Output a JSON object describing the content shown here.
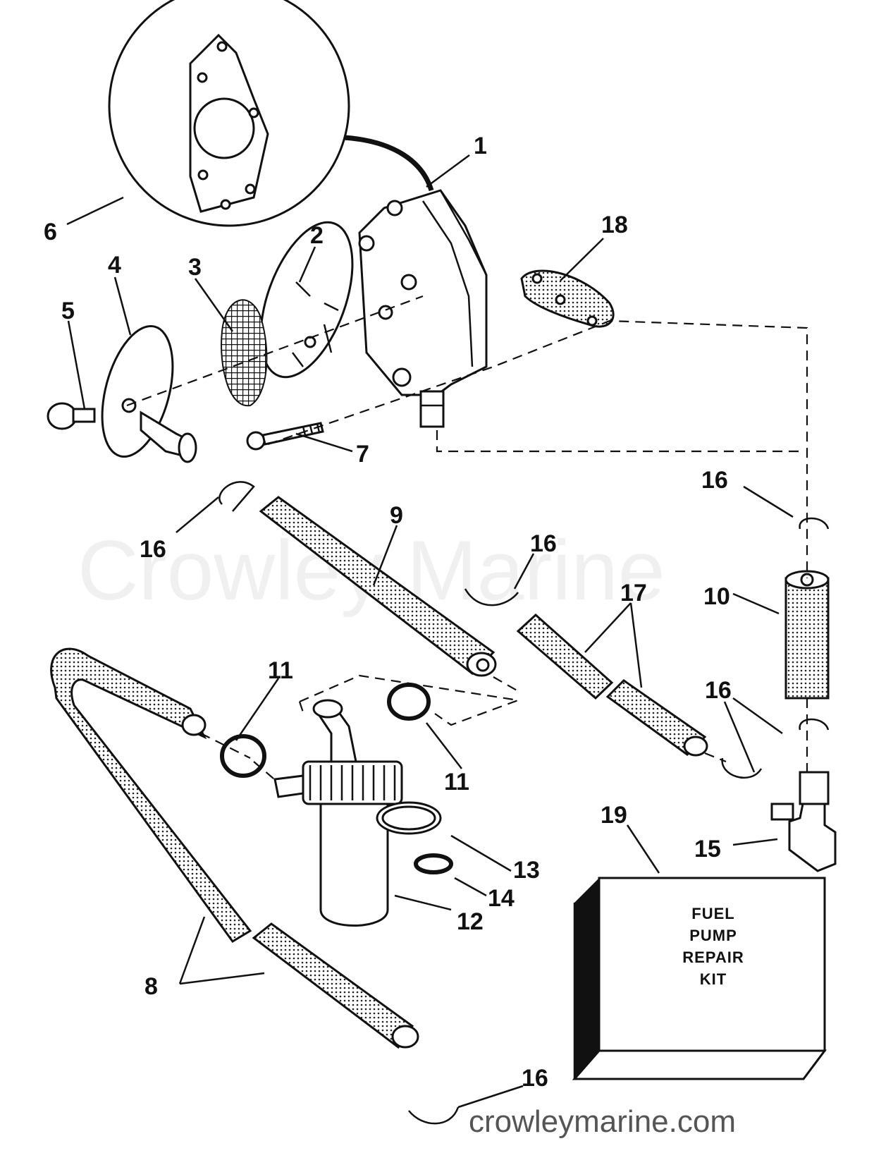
{
  "callouts": {
    "c1": "1",
    "c2": "2",
    "c3": "3",
    "c4": "4",
    "c5": "5",
    "c6": "6",
    "c7": "7",
    "c8": "8",
    "c9": "9",
    "c10": "10",
    "c11a": "11",
    "c11b": "11",
    "c12": "12",
    "c13": "13",
    "c14": "14",
    "c15": "15",
    "c16a": "16",
    "c16b": "16",
    "c16c": "16",
    "c16d": "16",
    "c16e": "16",
    "c17": "17",
    "c18": "18",
    "c19": "19"
  },
  "kit": {
    "line1": "FUEL",
    "line2": "PUMP",
    "line3": "REPAIR",
    "line4": "KIT"
  },
  "watermarks": {
    "center": "Crowley Marine",
    "bottom": "crowleymarine.com"
  }
}
